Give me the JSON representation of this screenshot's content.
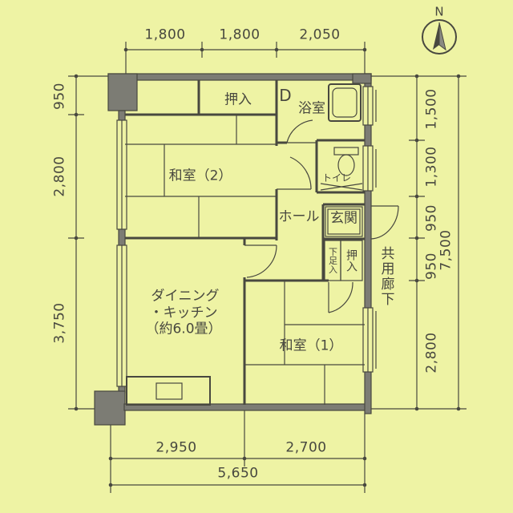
{
  "colors": {
    "background": "#eef3a4",
    "ink": "#48483f",
    "wall": "#7c7c74"
  },
  "compass": {
    "label": "N"
  },
  "dimensions": {
    "top": [
      "1,800",
      "1,800",
      "2,050"
    ],
    "left": [
      "950",
      "2,800",
      "3,750"
    ],
    "right": [
      "1,500",
      "1,300",
      "950",
      "950",
      "2,800"
    ],
    "right_total": "7,500",
    "bottom": [
      "2,950",
      "2,700"
    ],
    "bottom_total": "5,650"
  },
  "rooms": {
    "closet_top": "押入",
    "duct": "D",
    "bath": "浴室",
    "washitsu2": "和室（2）",
    "toilet": "トイレ",
    "hall": "ホール",
    "genkan": "玄関",
    "closet_small": "押入",
    "shoe_cabinet": "下足入",
    "corridor": "共用廊下",
    "dk_line1": "ダイニング",
    "dk_line2": "・キッチン",
    "dk_line3": "（約6.0畳）",
    "washitsu1": "和室（1）"
  }
}
